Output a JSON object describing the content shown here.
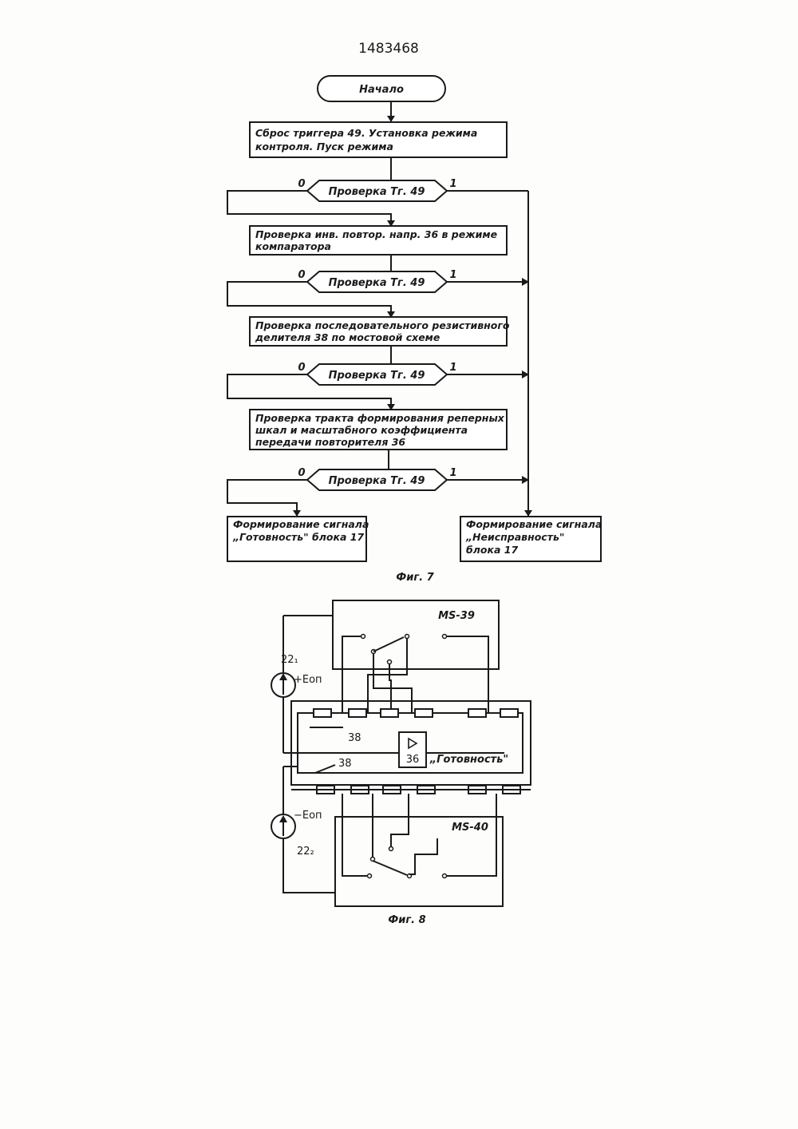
{
  "page_number": "1483468",
  "fig7": {
    "caption": "Фиг. 7",
    "start": "Начало",
    "step1_line1": "Сброс триггера 49. Установка режима",
    "step1_line2": "контроля.  Пуск режима",
    "check_label": "Проверка Тг. 49",
    "branch_zero": "0",
    "branch_one": "1",
    "step2_line1": "Проверка инв. повтор. напр. 36  в  режиме",
    "step2_line2": "компаратора",
    "step3_line1": "Проверка  последовательного  резистивного",
    "step3_line2": "делителя  38  по мостовой  схеме",
    "step4_line1": "Проверка  тракта  формирования  реперных",
    "step4_line2": "шкал  и  масштабного  коэффициента",
    "step4_line3": "передачи  повторителя  36",
    "ready_line1": "Формирование  сигнала",
    "ready_line2": "„Готовность\"  блока  17",
    "fault_line1": "Формирование  сигнала",
    "fault_line2": "„Неисправность\"",
    "fault_line3": "блока  17"
  },
  "fig8": {
    "caption": "Фиг. 8",
    "ms_top": "MS-39",
    "ms_bottom": "MS-40",
    "source_top": "22₁",
    "source_bottom": "22₂",
    "e_plus": "+Eоп",
    "e_minus": "−Eоп",
    "divider_label": "38",
    "amp_label": "36",
    "ready_label": "„Готовность\""
  }
}
